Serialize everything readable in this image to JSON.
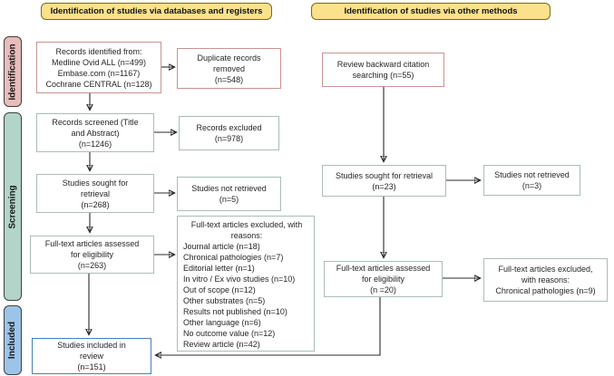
{
  "headers": {
    "databases": "Identification of studies via databases and registers",
    "other_methods": "Identification of studies via other methods"
  },
  "stages": {
    "identification": "Identification",
    "screening": "Screening",
    "included": "Included"
  },
  "boxes": {
    "records_identified": "Records identified from:\nMedline Ovid ALL (n=499)\nEmbase.com (n=1167)\nCochrane CENTRAL (n=128)",
    "duplicates_removed": "Duplicate records\nremoved\n(n=548)",
    "records_screened": "Records screened (Title\nand Abstract)\n(n=1246)",
    "records_excluded": "Records excluded\n(n=978)",
    "sought_retrieval_left": "Studies sought for\nretrieval\n(n=268)",
    "not_retrieved_left": "Studies not retrieved\n(n=5)",
    "fulltext_assessed_left": "Full-text articles assessed\nfor eligibility\n(n=263)",
    "fulltext_excluded_left": {
      "heading": "Full-text articles excluded, with\nreasons:",
      "items": [
        "Journal article (n=18)",
        "Chronical pathologies (n=7)",
        "Editorial letter (n=1)",
        "In vitro / Ex vivo studies (n=10)",
        "Out of scope (n=12)",
        "Other substrates (n=5)",
        "Results not published (n=10)",
        "Other language (n=6)",
        "No outcome value (n=12)",
        "Review article (n=42)"
      ]
    },
    "studies_included": "Studies included in\nreview\n(n=151)",
    "review_backward": "Review backward citation\nsearching (n=55)",
    "sought_retrieval_right": "Studies sought for retrieval\n(n=23)",
    "not_retrieved_right": "Studies not retrieved\n(n=3)",
    "fulltext_assessed_right": "Full-text articles assessed\nfor eligibility\n(n =20)",
    "fulltext_excluded_right": "Full-text articles excluded,\nwith reasons:\nChronical pathologies (n=9)"
  },
  "colors": {
    "header_fill": "#fbe18b",
    "header_border": "#7b6918",
    "identification_band": "#e7bcba",
    "screening_band": "#b2d4c9",
    "included_band": "#9cc3e8",
    "pink_box_border": "#c9928f",
    "teal_box_border": "#a9beb8",
    "blue_box_border": "#4a7ebb",
    "arrow": "#2b2b2b"
  }
}
